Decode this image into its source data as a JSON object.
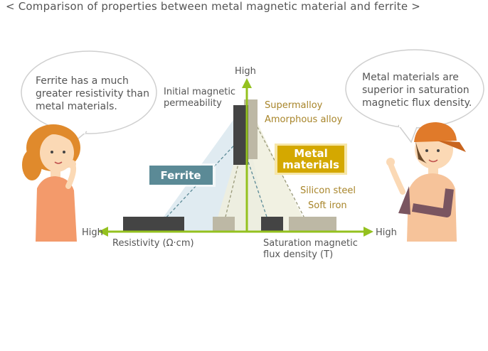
{
  "title": "< Comparison of properties between metal magnetic material and ferrite >",
  "bubbles": {
    "left": [
      "Ferrite has a much",
      "greater resistivity than",
      "metal materials."
    ],
    "right": [
      "Metal materials are",
      "superior in saturation",
      "magnetic flux density."
    ]
  },
  "axes": {
    "vertical_high": "High",
    "vertical_label": [
      "Initial magnetic",
      "permeability"
    ],
    "left_high": "High",
    "left_label": "Resistivity (Ω·cm)",
    "right_high": "High",
    "right_label": [
      "Saturation magnetic",
      "flux density (T)"
    ]
  },
  "groups": {
    "ferrite": "Ferrite",
    "metal": [
      "Metal",
      "materials"
    ]
  },
  "materials": [
    "Supermalloy",
    "Amorphous alloy",
    "Silicon steel",
    "Soft iron"
  ],
  "colors": {
    "axis": "#94c11f",
    "ferrite_box": "#5b8a96",
    "ferrite_area": "#dde9f0",
    "metal_box": "#d4a800",
    "metal_area": "#eeeedd",
    "dark_bar": "#444444",
    "light_bar": "#bdb8a5",
    "gold_text": "#a8852a"
  }
}
